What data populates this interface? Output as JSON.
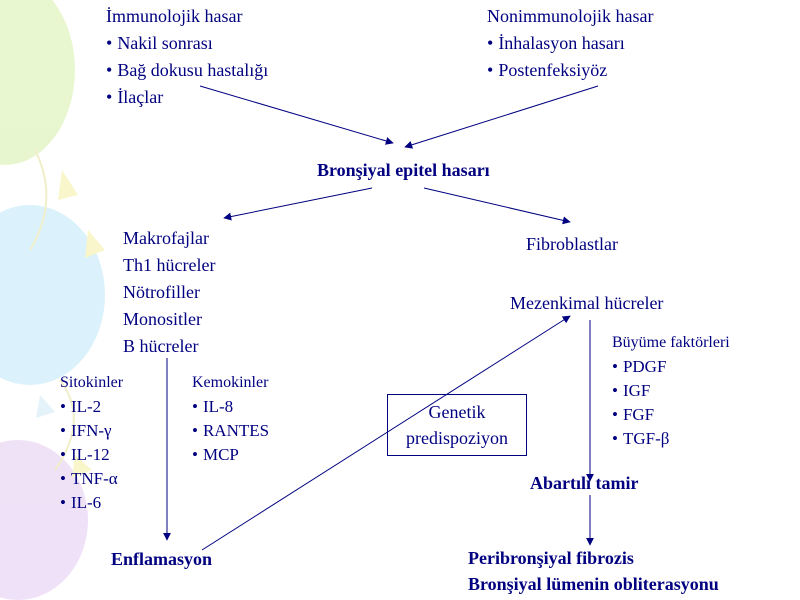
{
  "immunologic": {
    "heading": "İmmunolojik hasar",
    "items": [
      "Nakil sonrası",
      "Bağ dokusu hastalığı",
      "İlaçlar"
    ]
  },
  "nonimmunologic": {
    "heading": "Nonimmunolojik hasar",
    "items": [
      "İnhalasyon hasarı",
      "Postenfeksiyöz"
    ]
  },
  "center": "Bronşiyal epitel hasarı",
  "cells": [
    "Makrofajlar",
    "Th1 hücreler",
    "Nötrofiller",
    "Monositler",
    "B hücreler"
  ],
  "fibroblasts": "Fibroblastlar",
  "mesenchymal": "Mezenkimal hücreler",
  "cytokines": {
    "heading": "Sitokinler",
    "items": [
      "IL-2",
      "IFN-γ",
      "IL-12",
      "TNF-α",
      "IL-6"
    ]
  },
  "chemokines": {
    "heading": "Kemokinler",
    "items": [
      "IL-8",
      "RANTES",
      "MCP"
    ]
  },
  "genetic": {
    "line1": "Genetik",
    "line2": "predispoziyon"
  },
  "growth_factors": {
    "heading": "Büyüme faktörleri",
    "items": [
      "PDGF",
      "IGF",
      "FGF",
      "TGF-β"
    ]
  },
  "excessive_repair": "Abartılı tamir",
  "inflammation": "Enflamasyon",
  "outcome": {
    "line1": "Peribronşiyal fibrozis",
    "line2": "Bronşiyal lümenin obliterasyonu"
  },
  "colors": {
    "text": "#000080",
    "arrow": "#000080"
  }
}
